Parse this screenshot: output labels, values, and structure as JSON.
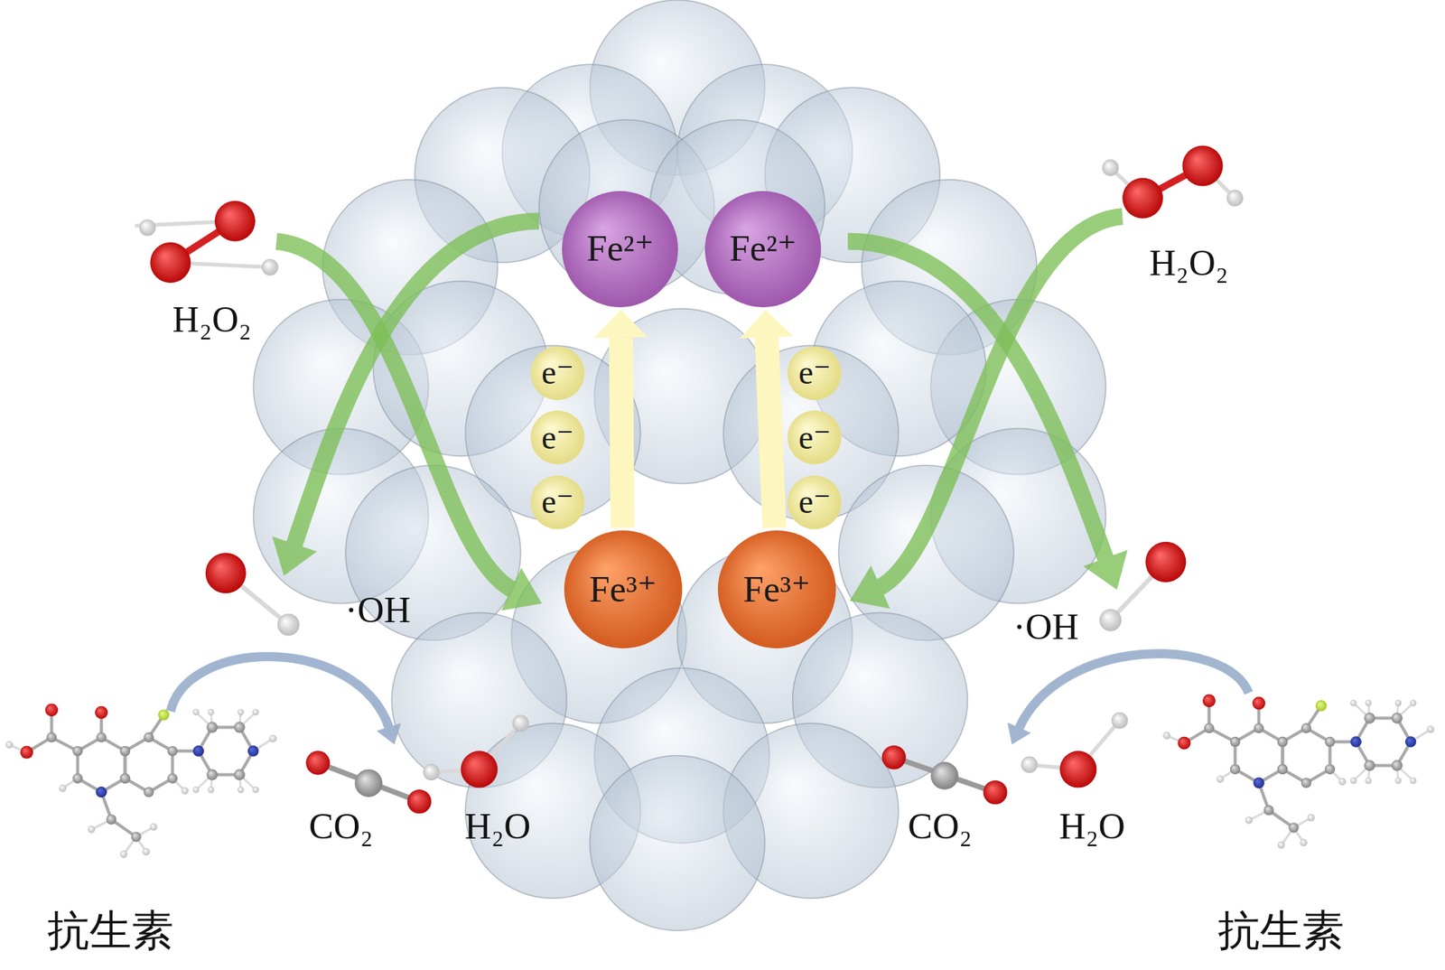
{
  "diagram": {
    "nodes": [
      {
        "text": [
          "Fe²⁺"
        ]
      },
      {
        "text": [
          "Fe²⁺"
        ]
      },
      {
        "text": [
          "e⁻"
        ]
      },
      {
        "text": [
          "e⁻"
        ]
      },
      {
        "text": [
          "e⁻"
        ]
      },
      {
        "text": [
          "e⁻"
        ]
      },
      {
        "text": [
          "e⁻"
        ]
      },
      {
        "text": [
          "e⁻"
        ]
      },
      {
        "text": [
          "Fe³⁺"
        ]
      },
      {
        "text": [
          "Fe³⁺"
        ]
      }
    ],
    "edges": [
      {
        "from": 8,
        "to": 0,
        "arrow": "to"
      },
      {
        "from": 9,
        "to": 1,
        "arrow": "to"
      }
    ],
    "labels": [
      "H₂O₂",
      "H₂O₂",
      "·OH",
      "·OH",
      "CO₂",
      "H₂O",
      "CO₂",
      "H₂O",
      "抗生素",
      "抗生素"
    ]
  }
}
